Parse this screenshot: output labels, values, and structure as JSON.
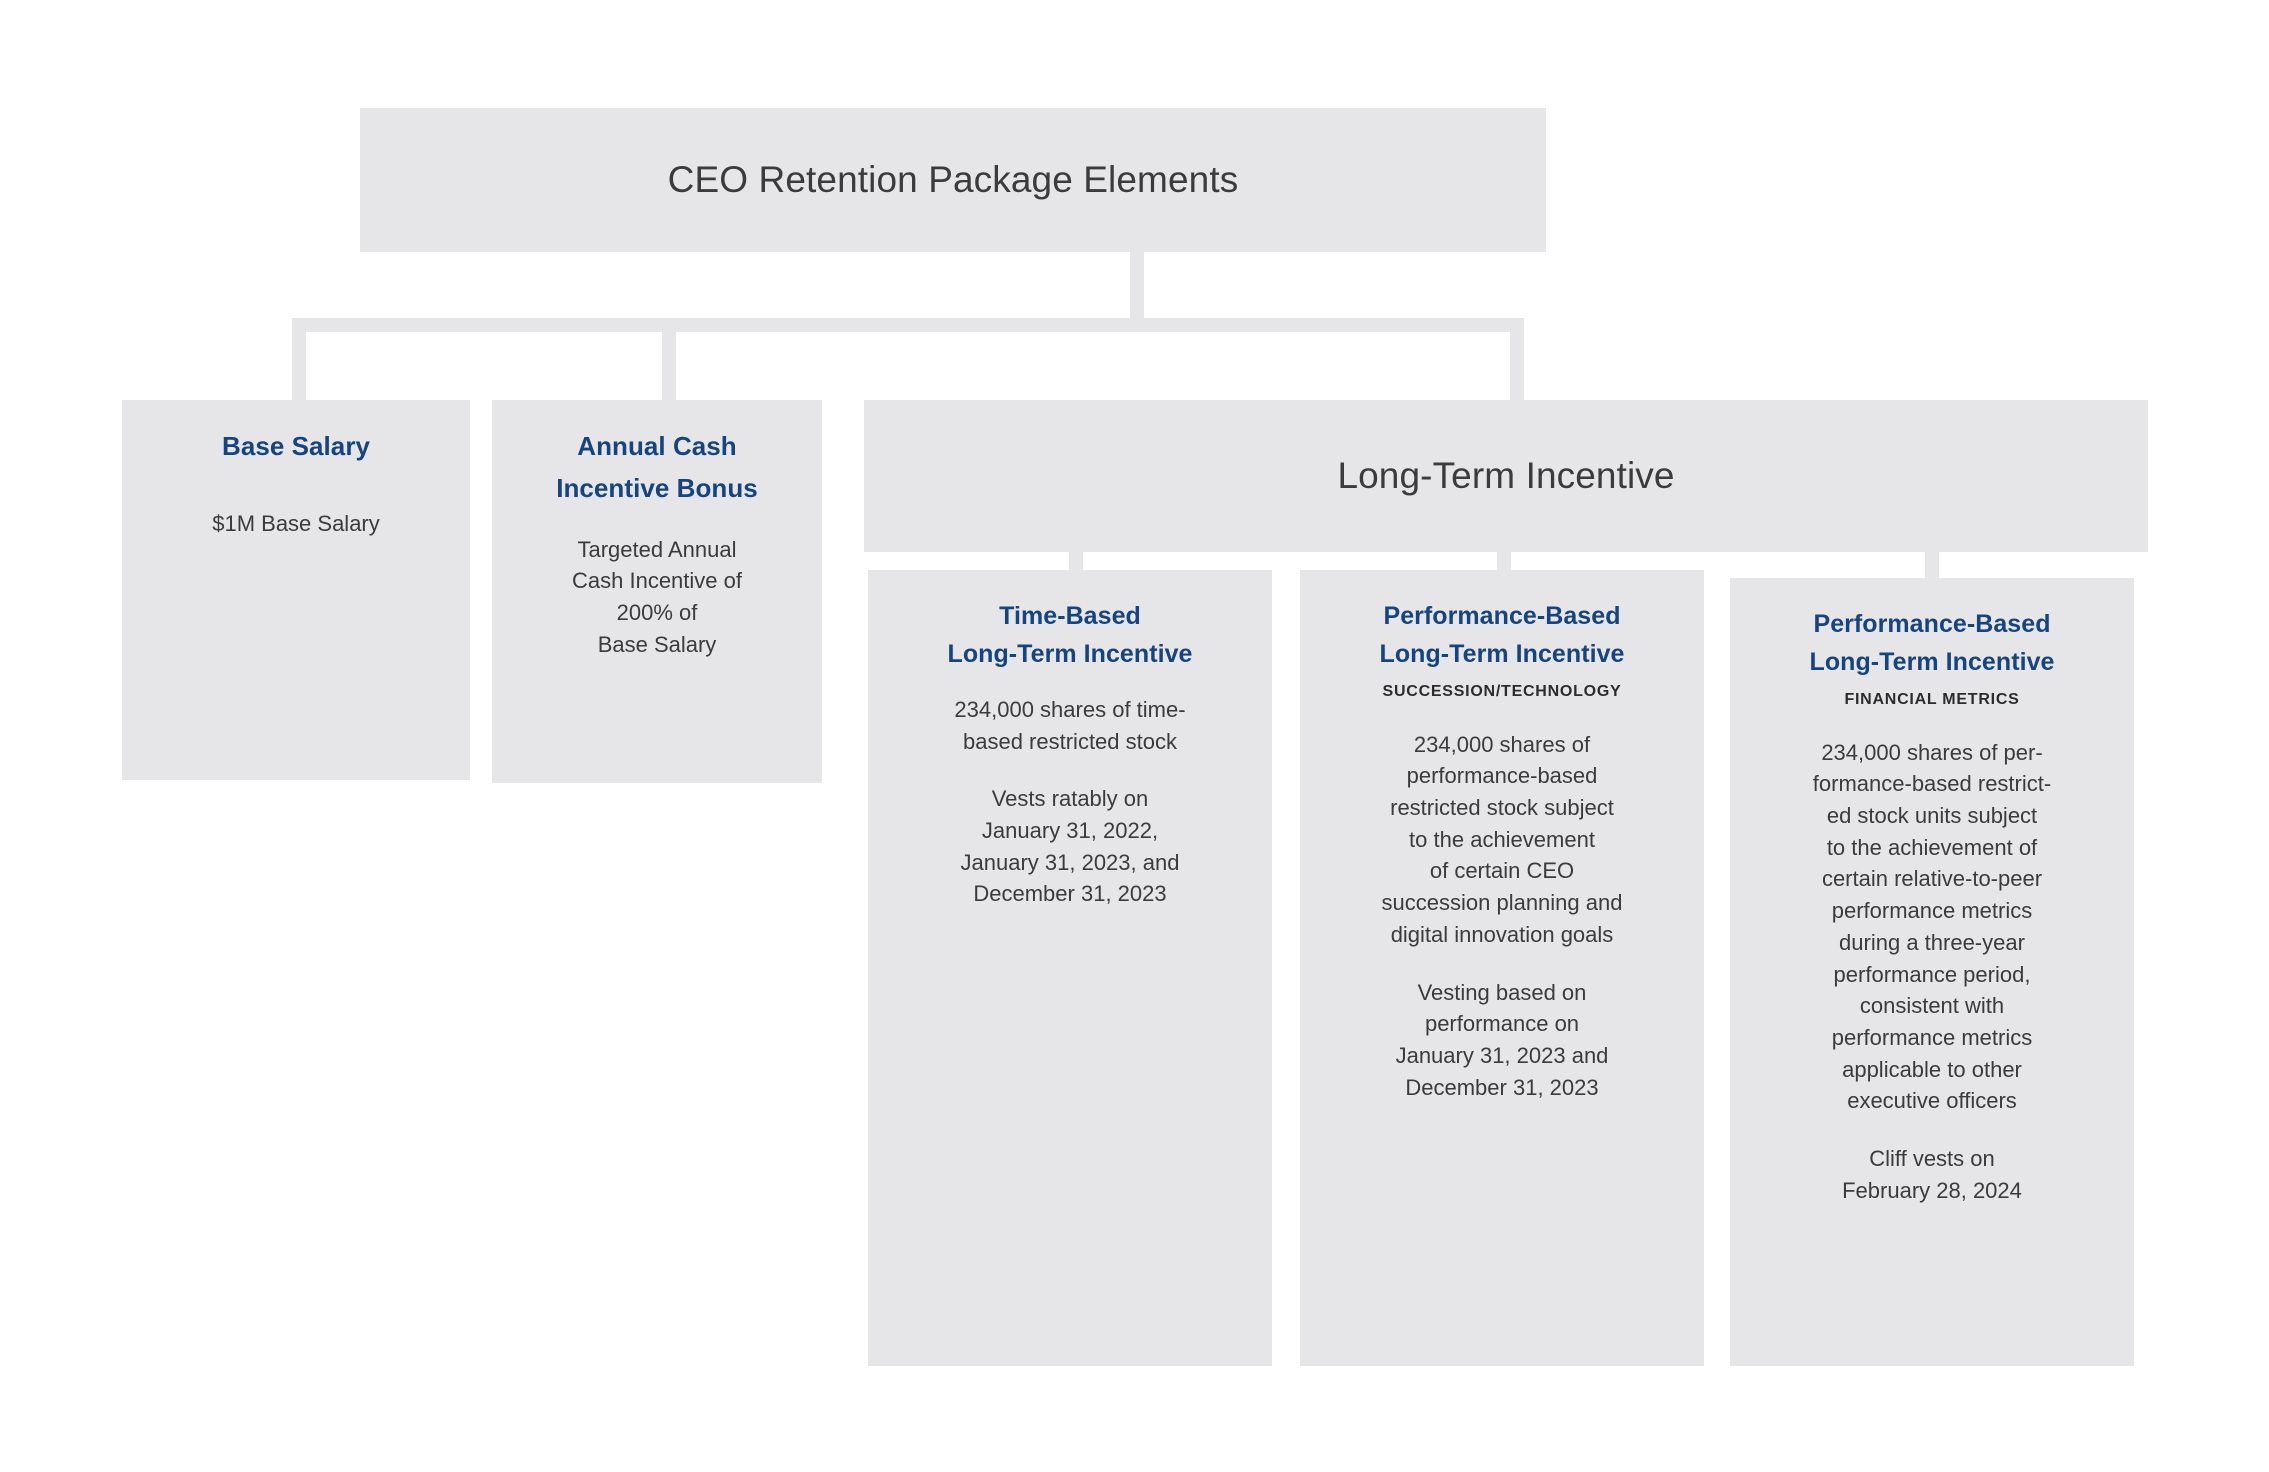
{
  "diagram": {
    "title": "CEO Retention Package Elements",
    "accent_blue": "#16447e",
    "box_fill": "#e6e6e8",
    "body_text_color": "#3b3b3d",
    "background": "#ffffff"
  },
  "root": {
    "label": "CEO Retention Package Elements"
  },
  "level2": {
    "base_salary": {
      "heading": "Base Salary",
      "body": "$1M Base Salary"
    },
    "annual_cash": {
      "heading_line1": "Annual Cash",
      "heading_line2": "Incentive Bonus",
      "body": "Targeted Annual\nCash Incentive of\n200% of\nBase Salary"
    },
    "long_term_incentive": {
      "label": "Long-Term Incentive"
    }
  },
  "level3": {
    "time_based": {
      "heading_line1": "Time-Based",
      "heading_line2": "Long-Term Incentive",
      "body1": "234,000 shares of time-\nbased restricted stock",
      "body2": "Vests ratably on\nJanuary 31, 2022,\nJanuary 31, 2023, and\nDecember 31, 2023"
    },
    "perf_succession": {
      "heading_line1": "Performance-Based",
      "heading_line2": "Long-Term Incentive",
      "subtitle": "SUCCESSION/TECHNOLOGY",
      "body1": "234,000 shares of\nperformance-based\nrestricted stock subject\nto the achievement\nof certain CEO\nsuccession planning and\ndigital innovation goals",
      "body2": "Vesting based on\nperformance on\nJanuary 31, 2023 and\nDecember 31, 2023"
    },
    "perf_financial": {
      "heading_line1": "Performance-Based",
      "heading_line2": "Long-Term Incentive",
      "subtitle": "FINANCIAL METRICS",
      "body1": "234,000 shares of per-\nformance-based restrict-\ned stock units subject\nto the achievement of\ncertain relative-to-peer\nperformance metrics\nduring a three-year\nperformance period,\nconsistent with\nperformance metrics\napplicable to other\nexecutive officers",
      "body2": "Cliff vests on\nFebruary 28, 2024"
    }
  }
}
